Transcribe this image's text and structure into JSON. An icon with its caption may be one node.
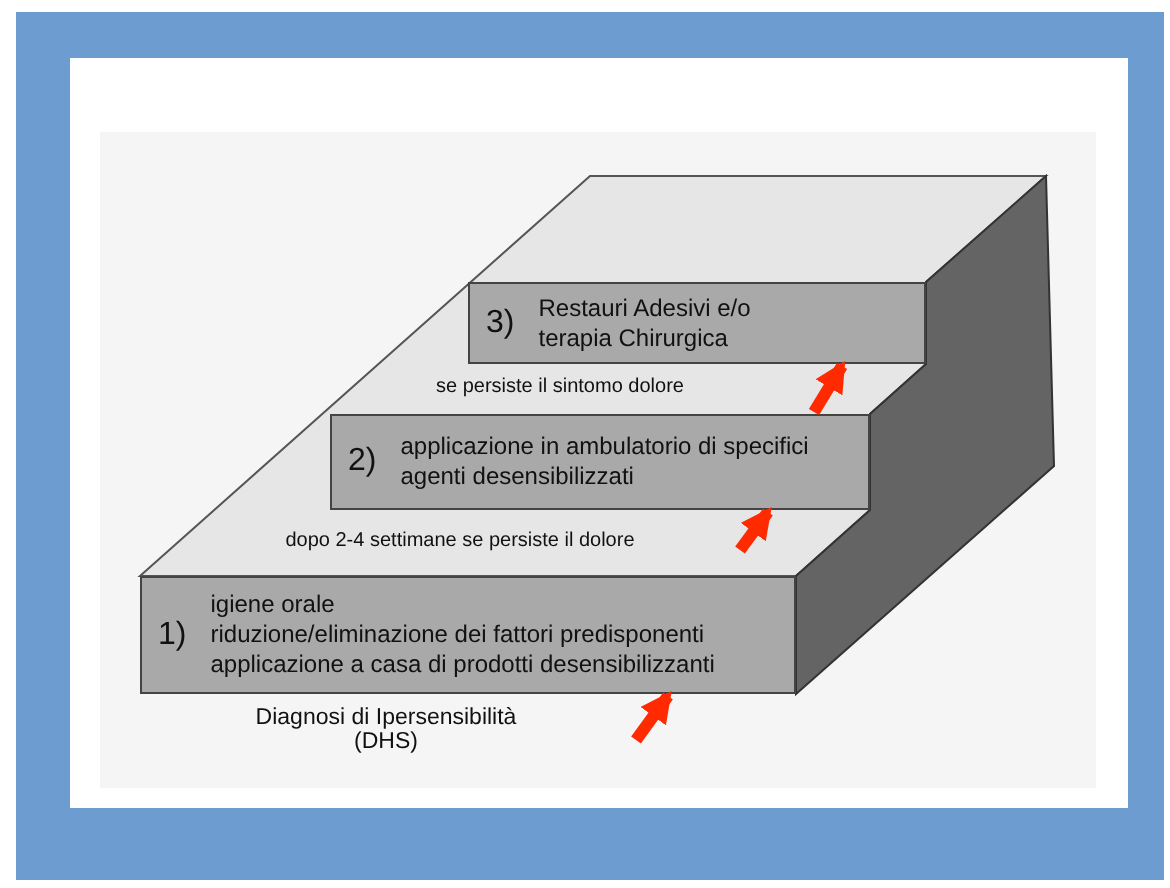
{
  "diagram": {
    "nodes": [
      {
        "text": [
          "3)",
          "Restauri Adesivi e/o terapia Chirurgica"
        ]
      },
      {
        "text": [
          "2)",
          "applicazione in ambulatorio di specifici agenti desensibilizzati"
        ]
      },
      {
        "text": [
          "1)",
          "igiene orale",
          "riduzione/eliminazione dei fattori predisponenti",
          "applicazione a casa di prodotti desensibilizzanti"
        ]
      }
    ],
    "edges": [
      {
        "from": 1,
        "to": 0,
        "arrow": "to"
      },
      {
        "from": null,
        "to": 1,
        "arrow": "to"
      },
      {
        "from": null,
        "to": 2,
        "arrow": "to"
      }
    ],
    "labels": [
      "se persiste il sintomo dolore",
      "dopo 2-4 settimane se persiste il dolore",
      "Diagnosi di Ipersensibilità (DHS)"
    ]
  }
}
